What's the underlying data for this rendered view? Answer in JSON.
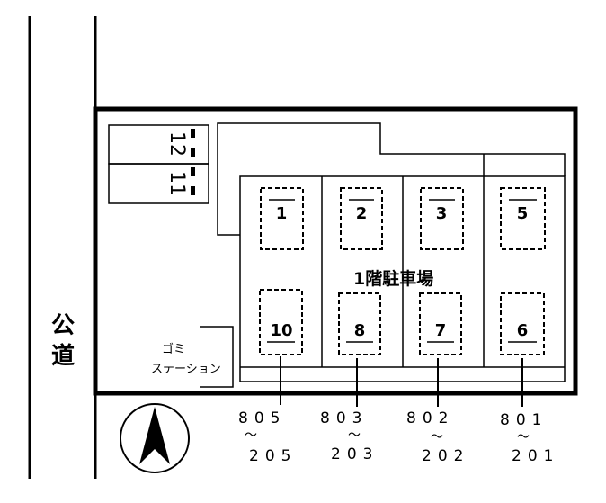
{
  "road_label": [
    "公",
    "道"
  ],
  "small_spaces": [
    "12",
    "11"
  ],
  "parking_label": "1階駐車場",
  "garbage_label": [
    "ゴミ",
    "ステーション"
  ],
  "spaces_top": [
    "1",
    "2",
    "3",
    "5"
  ],
  "spaces_bottom": [
    "10",
    "8",
    "7",
    "6"
  ],
  "room_codes_top": [
    "805",
    "803",
    "802",
    "801"
  ],
  "tilde": "〜",
  "room_codes_bottom": [
    "205",
    "203",
    "202",
    "201"
  ],
  "north_icon": "north-arrow-icon"
}
